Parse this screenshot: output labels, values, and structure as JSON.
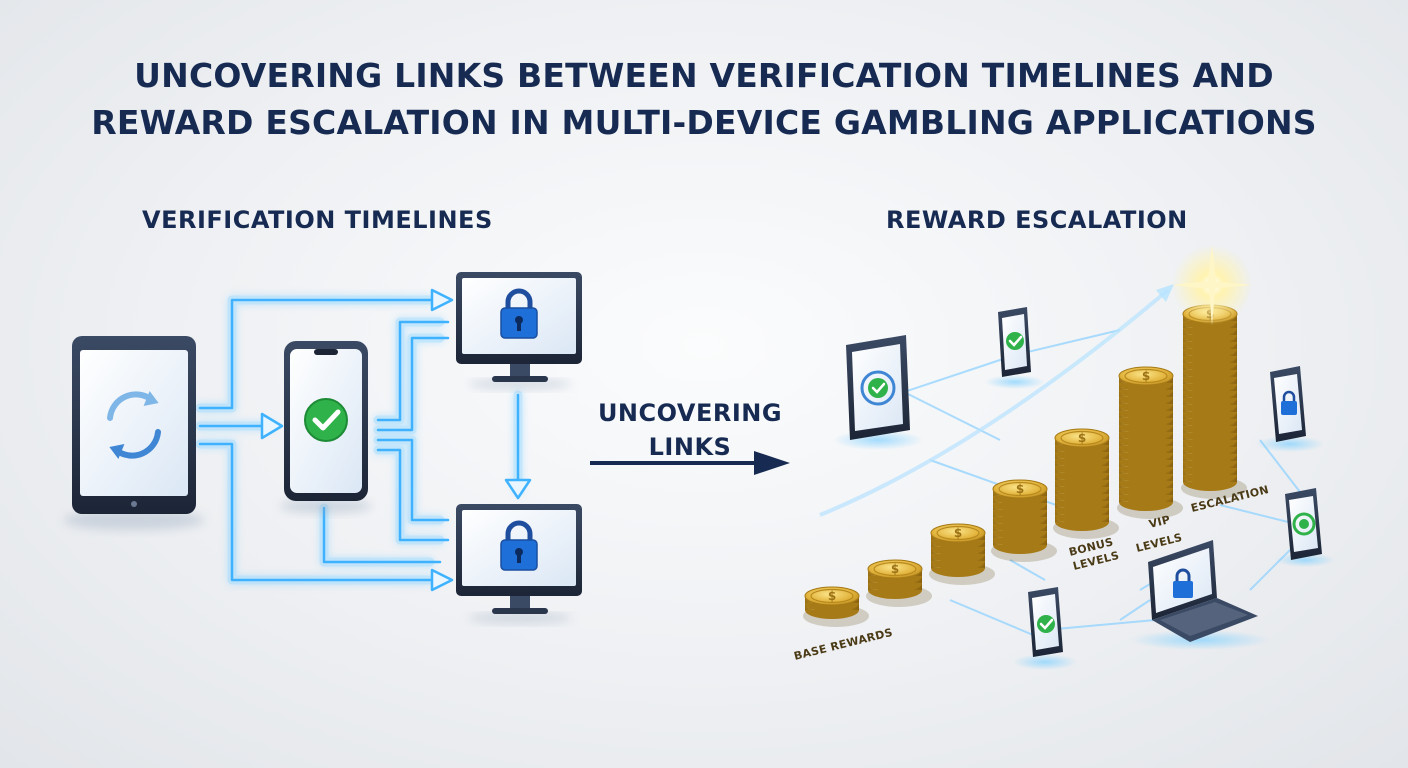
{
  "title": {
    "line1": "UNCOVERING LINKS BETWEEN VERIFICATION TIMELINES AND",
    "line2": "REWARD ESCALATION IN MULTI-DEVICE GAMBLING APPLICATIONS"
  },
  "left_section": {
    "heading": "VERIFICATION TIMELINES",
    "devices": [
      {
        "type": "tablet",
        "icon": "sync-icon"
      },
      {
        "type": "phone",
        "icon": "checkmark-icon"
      },
      {
        "type": "monitor",
        "icon": "lock-icon"
      },
      {
        "type": "monitor",
        "icon": "lock-icon"
      }
    ]
  },
  "middle": {
    "label_line1": "UNCOVERING",
    "label_line2": "LINKS"
  },
  "right_section": {
    "heading": "REWARD ESCALATION",
    "labels": {
      "base_rewards": "BASE REWARDS",
      "bonus_line1": "BONUS",
      "bonus_line2": "LEVELS",
      "vip_line1": "VIP",
      "vip_line2": "LEVELS",
      "escalation": "ESCALATION"
    }
  },
  "colors": {
    "title": "#162a52",
    "glow": "#55c0ff",
    "gold": "#d4a531",
    "check_green": "#2fb24a",
    "lock_blue": "#1f6fd8"
  }
}
